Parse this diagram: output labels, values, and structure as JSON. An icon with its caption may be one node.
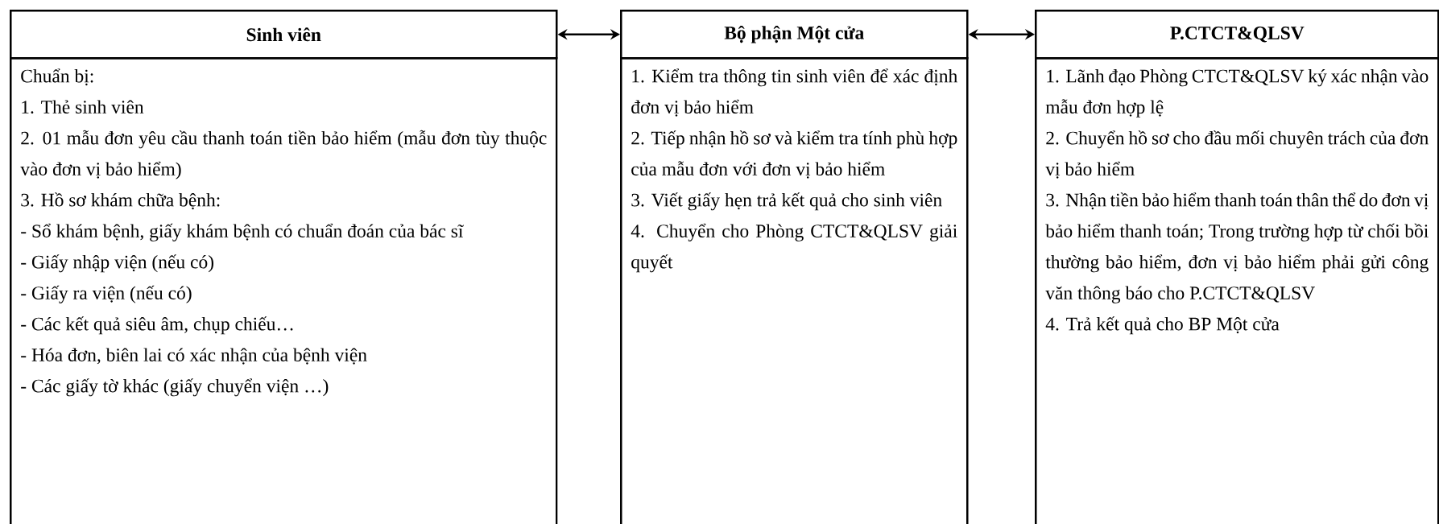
{
  "diagram": {
    "nodes": [
      {
        "text": [
          "Sinh viên"
        ]
      },
      {
        "text": [
          "Chuẩn bị:",
          "1. Thẻ sinh viên",
          "2. 01 mẫu đơn yêu cầu thanh toán tiền bảo hiểm (mẫu đơn tùy thuộc vào đơn vị bảo hiểm)",
          "3. Hồ sơ khám chữa bệnh:",
          "- Sổ khám bệnh, giấy khám bệnh có chuẩn đoán của bác sĩ",
          "- Giấy nhập viện (nếu có)",
          "- Giấy ra viện (nếu có)",
          "- Các kết quả siêu âm, chụp chiếu…",
          "- Hóa đơn, biên lai có xác nhận của bệnh viện",
          "- Các giấy tờ khác (giấy chuyển viện …)"
        ]
      },
      {
        "text": [
          "Bộ phận Một cửa"
        ]
      },
      {
        "text": [
          "1. Kiểm tra thông tin sinh viên để xác định đơn vị bảo hiểm",
          "2. Tiếp nhận hồ sơ và kiểm tra tính phù hợp của mẫu đơn với đơn vị bảo hiểm",
          "3. Viết giấy hẹn trả kết quả cho sinh viên",
          "4. Chuyển cho Phòng CTCT&QLSV giải quyết"
        ]
      },
      {
        "text": [
          "P.CTCT&QLSV"
        ]
      },
      {
        "text": [
          "1. Lãnh đạo Phòng CTCT&QLSV ký xác nhận vào mẫu đơn hợp lệ",
          "2. Chuyển hồ sơ cho đầu mối chuyên trách của đơn vị bảo hiểm",
          "3. Nhận tiền bảo hiểm thanh toán thân thể do đơn vị bảo hiểm thanh toán; Trong trường hợp từ chối bồi thường bảo hiểm, đơn vị bảo hiểm phải gửi công văn thông báo cho P.CTCT&QLSV",
          "4. Trả kết quả cho BP Một cửa"
        ]
      }
    ],
    "edges": [
      {
        "from": 0,
        "to": 2,
        "arrow": "both"
      },
      {
        "from": 2,
        "to": 4,
        "arrow": "both"
      }
    ]
  }
}
